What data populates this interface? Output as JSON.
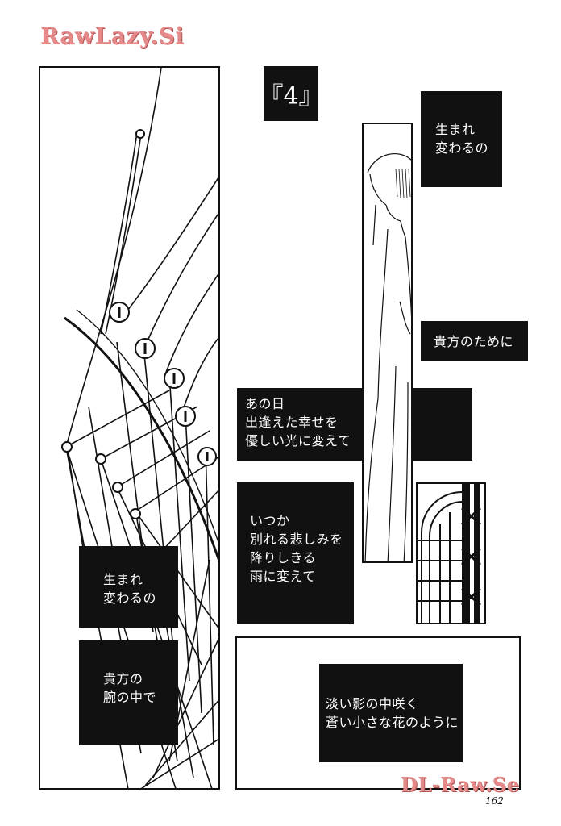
{
  "watermarks": {
    "top": "RawLazy.Si",
    "bottom": "DL-Raw.Se"
  },
  "chapter_label": "『4』",
  "page_number": "162",
  "captions": {
    "top_right": [
      "生まれ",
      "変わるの"
    ],
    "mid_right": [
      "貴方のために"
    ],
    "center_top": [
      "あの日",
      "出逢えた幸せを",
      "優しい光に変えて"
    ],
    "center_mid": [
      "いつか",
      "別れる悲しみを",
      "降りしきる",
      "雨に変えて"
    ],
    "left_upper": [
      "生まれ",
      "変わるの"
    ],
    "left_lower": [
      "貴方の",
      "腕の中で"
    ],
    "bottom": [
      "淡い影の中咲く",
      "蒼い小さな花のように"
    ]
  }
}
